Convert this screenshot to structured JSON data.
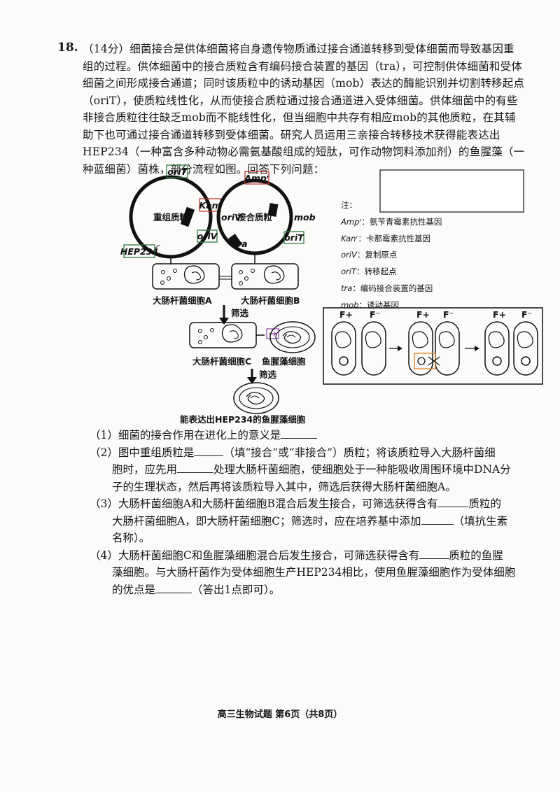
{
  "question": {
    "number": "18.",
    "intro_lines": [
      "（14分）细菌接合是供体细菌将自身遗传物质通过接合通道转移到受体细菌而导致基因重",
      "组的过程。供体细菌中的接合质粒含有编码接合装置的基因（tra），可控制供体细菌和受体",
      "细菌之间形成接合通道；同时该质粒中的诱动基因（mob）表达的酶能识别并切割转移起点",
      "（oriT），使质粒线性化，从而使接合质粒通过接合通道进入受体细菌。供体细菌中的有些",
      "非接合质粒往往缺乏mob而不能线性化，但当细胞中共存有相应mob的其他质粒，在其辅",
      "助下也可通过接合通道转移到受体细菌。研究人员运用三亲接合转移技术获得能表达出",
      "HEP234（一种富含多种动物必需氨基酸组成的短肽，可作动物饲料添加剂）的鱼腥藻（一",
      "种蓝细菌）菌株，部分流程如图。回答下列问题："
    ]
  },
  "diagram": {
    "plasmid_recombinant": "重组质粒",
    "plasmid_conjugative": "接合质粒",
    "oriT": "oriT",
    "oriV": "oriV",
    "kan": "Kanʳ",
    "amp": "Ampʳ",
    "hep": "HEP234",
    "tra": "tra",
    "mob": "mob",
    "cell_a": "大肠杆菌细胞A",
    "cell_b": "大肠杆菌细胞B",
    "cell_c": "大肠杆菌细胞C",
    "anabaena": "鱼腥藻细胞",
    "screen": "筛选",
    "final": "能表达出HEP234的鱼腥藻细胞",
    "f_plus": "F+",
    "f_minus": "F⁻"
  },
  "notes": {
    "title": "注：",
    "items": [
      {
        "term": "Ampʳ",
        "desc": "：氨苄青霉素抗性基因"
      },
      {
        "term": "Kanʳ",
        "desc": "：卡那霉素抗性基因"
      },
      {
        "term": "oriV",
        "desc": "：复制原点"
      },
      {
        "term": "oriT",
        "desc": "：转移起点"
      },
      {
        "term": "tra",
        "desc": "：编码接合装置的基因"
      },
      {
        "term": "mob",
        "desc": "：诱动基因"
      }
    ]
  },
  "questions": {
    "q1": "（1）细菌的接合作用在进化上的意义是",
    "q2a": "（2）图中重组质粒是",
    "q2b": "（填“接合”或“非接合”）质粒；将该质粒导入大肠杆菌细",
    "q2c": "胞时，应先用",
    "q2d": "处理大肠杆菌细胞，使细胞处于一种能吸收周围环境中DNA分",
    "q2e": "子的生理状态，然后再将该质粒导入其中，筛选后获得大肠杆菌细胞A。",
    "q3a": "（3）大肠杆菌细胞A和大肠杆菌细胞B混合后发生接合，可筛选获得含有",
    "q3b": "质粒的",
    "q3c": "大肠杆菌细胞A，即大肠杆菌细胞C；筛选时，应在培养基中添加",
    "q3d": "（填抗生素",
    "q3e": "名称）。",
    "q4a": "（4）大肠杆菌细胞C和鱼腥藻细胞混合后发生接合，可筛选获得含有",
    "q4b": "质粒的鱼腥",
    "q4c": "藻细胞。与大肠杆菌作为受体细胞生产HEP234相比，使用鱼腥藻细胞作为受体细胞",
    "q4d": "的优点是",
    "q4e": "（答出1点即可）。"
  },
  "footer": "高三生物试题 第6页（共8页）"
}
